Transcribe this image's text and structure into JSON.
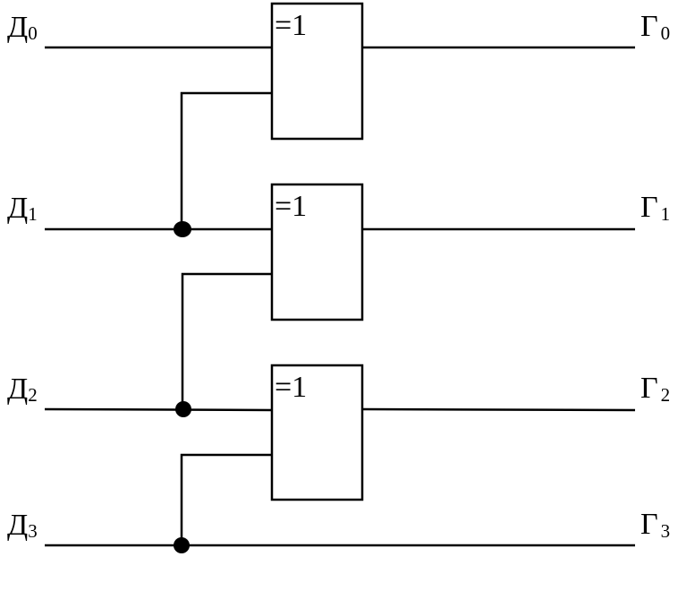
{
  "diagram": {
    "gate_symbol": "=1",
    "inputs": [
      {
        "letter": "Д",
        "index": "0"
      },
      {
        "letter": "Д",
        "index": "1"
      },
      {
        "letter": "Д",
        "index": "2"
      },
      {
        "letter": "Д",
        "index": "3"
      }
    ],
    "outputs": [
      {
        "letter": "Г",
        "index": "0"
      },
      {
        "letter": "Г",
        "index": "1"
      },
      {
        "letter": "Г",
        "index": "2"
      },
      {
        "letter": "Г",
        "index": "3"
      }
    ]
  }
}
